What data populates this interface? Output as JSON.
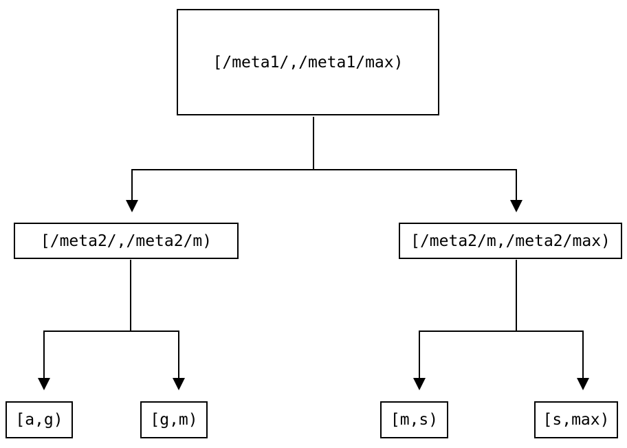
{
  "diagram": {
    "title": "interval-partition-tree",
    "background_color": "#ffffff",
    "line_color": "#000000",
    "nodes": {
      "root": {
        "label": "[/meta1/,/meta1/max)"
      },
      "left_child": {
        "label": "[/meta2/,/meta2/m)"
      },
      "right_child": {
        "label": "[/meta2/m,/meta2/max)"
      },
      "leaf_ag": {
        "label": "[a,g)"
      },
      "leaf_gm": {
        "label": "[g,m)"
      },
      "leaf_ms": {
        "label": "[m,s)"
      },
      "leaf_smax": {
        "label": "[s,max)"
      }
    },
    "edges": [
      {
        "from": "root",
        "to": "left_child"
      },
      {
        "from": "root",
        "to": "right_child"
      },
      {
        "from": "left_child",
        "to": "leaf_ag"
      },
      {
        "from": "left_child",
        "to": "leaf_gm"
      },
      {
        "from": "right_child",
        "to": "leaf_ms"
      },
      {
        "from": "right_child",
        "to": "leaf_smax"
      }
    ]
  }
}
